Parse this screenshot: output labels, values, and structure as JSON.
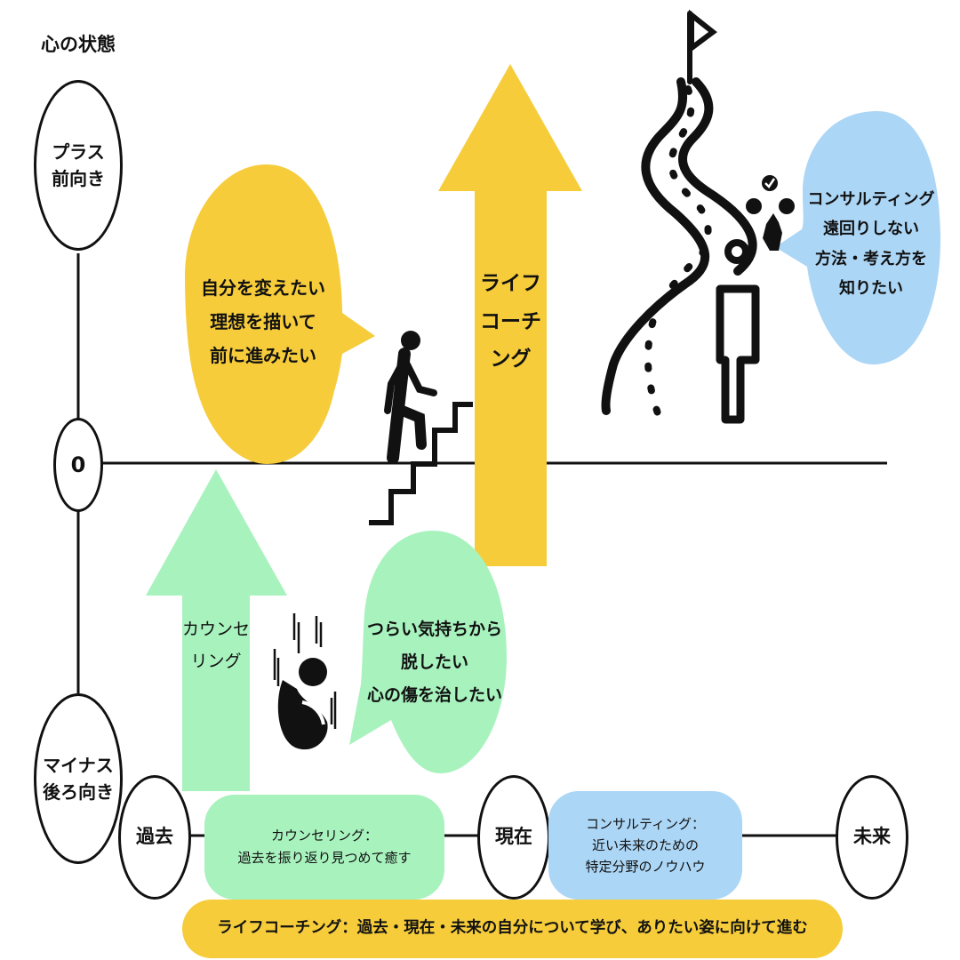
{
  "axis_title": "心の状態",
  "vertical_axis": {
    "top_label": [
      "プラス",
      "前向き"
    ],
    "zero_label": "0",
    "bottom_label": [
      "マイナス",
      "後ろ向き"
    ]
  },
  "timeline": {
    "past": "過去",
    "present": "現在",
    "future": "未来"
  },
  "arrows": {
    "counseling": [
      "カウンセ",
      "リング"
    ],
    "life_coaching": [
      "ライフ",
      "コーチ",
      "ング"
    ]
  },
  "bubbles": {
    "life_coaching_wish": [
      "自分を変えたい",
      "理想を描いて",
      "前に進みたい"
    ],
    "counseling_wish": [
      "つらい気持ちから",
      "脱したい",
      "心の傷を治したい"
    ],
    "consulting_wish": [
      "コンサルティング",
      "遠回りしない",
      "方法・考え方を",
      "知りたい"
    ]
  },
  "pills": {
    "counseling": [
      "カウンセリング：",
      "過去を振り返り見つめて癒す"
    ],
    "consulting": [
      "コンサルティング：",
      "近い未来のための",
      "特定分野のノウハウ"
    ],
    "life_coaching": "ライフコーチング：過去・現在・未来の自分について学び、ありたい姿に向けて進む"
  },
  "colors": {
    "yellow": "#F6CC3B",
    "green": "#A8F2BE",
    "blue": "#ACD6F6",
    "black": "#111111"
  },
  "icons": {
    "climber": "person-climbing-stairs-icon",
    "sad": "person-crouching-sad-icon",
    "winding_path": "winding-road-flag-icon",
    "thinker": "person-choosing-icon"
  }
}
